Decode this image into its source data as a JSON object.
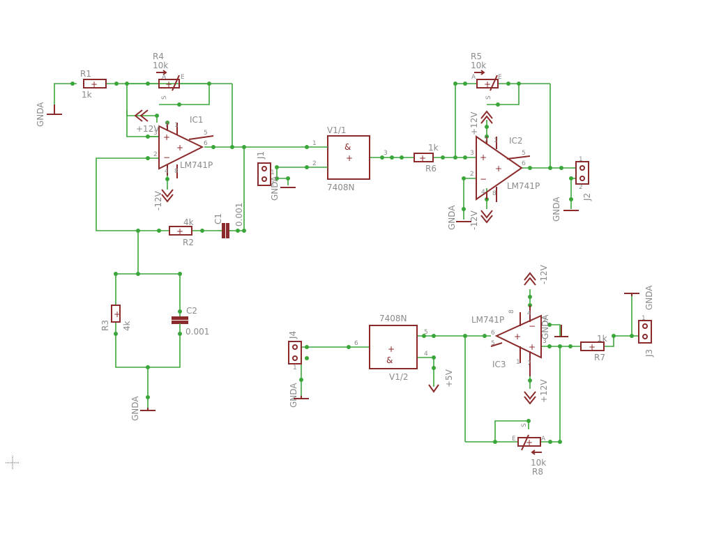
{
  "schematic": {
    "R1": {
      "name": "R1",
      "value": "1k"
    },
    "R2": {
      "name": "R2",
      "value": "4k"
    },
    "R3": {
      "name": "R3",
      "value": "4k"
    },
    "R4": {
      "name": "R4",
      "value": "10k"
    },
    "R5": {
      "name": "R5",
      "value": "10k"
    },
    "R6": {
      "name": "R6",
      "value": "1k"
    },
    "R7": {
      "name": "R7",
      "value": "1k"
    },
    "R8": {
      "name": "R8",
      "value": "10k"
    },
    "C1": {
      "name": "C1",
      "value": "0.001"
    },
    "C2": {
      "name": "C2",
      "value": "0.001"
    },
    "IC1": {
      "name": "IC1",
      "part": "LM741P",
      "vpos": "+12V",
      "vneg": "-12V"
    },
    "IC2": {
      "name": "IC2",
      "part": "LM741P",
      "vpos": "+12V",
      "vneg": "-12V"
    },
    "IC3": {
      "name": "IC3",
      "part": "LM741P",
      "vpos": "+12V",
      "vneg": "-12V"
    },
    "V1_1": {
      "name": "V1/1",
      "part": "7408N",
      "symbol": "&",
      "plus": "+"
    },
    "V1_2": {
      "name": "V1/2",
      "part": "7408N",
      "symbol": "&",
      "plus": "+",
      "supply": "+5V"
    },
    "J1": "J1",
    "J2": "J2",
    "J3": "J3",
    "J4": "J4",
    "gnd": "GNDA",
    "pot": {
      "a": "A",
      "e": "E",
      "s": "S"
    },
    "glyph": {
      "plus": "+",
      "minus": "−"
    },
    "pins": {
      "p1": "1",
      "p2": "2",
      "p3": "3",
      "p4": "4",
      "p5": "5",
      "p6": "6",
      "p7": "7",
      "p8": "8"
    }
  },
  "colors": {
    "wire": "#3aa63a",
    "symbol": "#8a2a2a",
    "label": "#8a8a8a",
    "background": "#ffffff"
  }
}
